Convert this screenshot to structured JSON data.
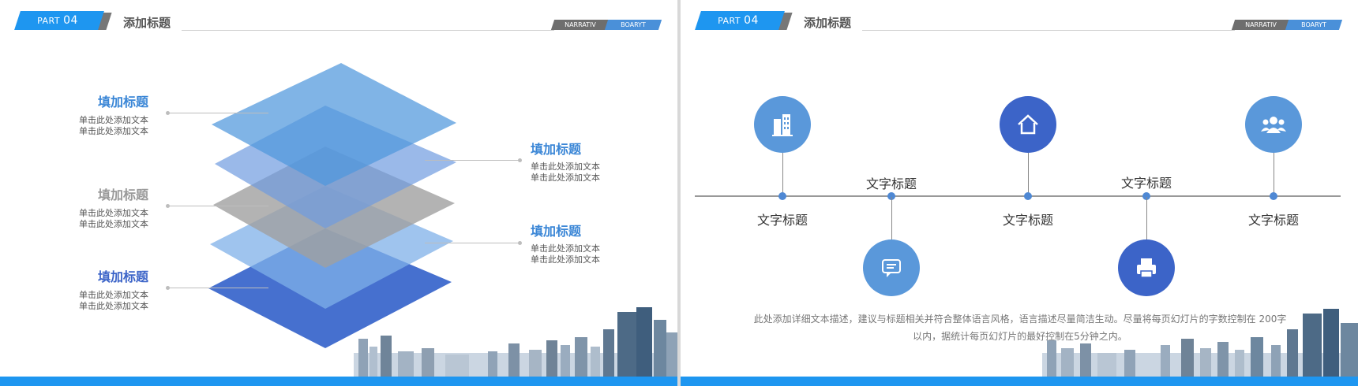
{
  "left": {
    "badge": {
      "part": "PART",
      "num": "04"
    },
    "title": "添加标题",
    "tags": {
      "gray": "NARRATIV",
      "blue": "BOARYT"
    },
    "layers": [
      {
        "title": "填加标题",
        "line1": "单击此处添加文本",
        "line2": "单击此处添加文本",
        "color": "#3a86d6"
      },
      {
        "title": "填加标题",
        "line1": "单击此处添加文本",
        "line2": "单击此处添加文本",
        "color": "#3a86d6"
      },
      {
        "title": "填加标题",
        "line1": "单击此处添加文本",
        "line2": "单击此处添加文本",
        "color": "#999999"
      },
      {
        "title": "填加标题",
        "line1": "单击此处添加文本",
        "line2": "单击此处添加文本",
        "color": "#3a86d6"
      },
      {
        "title": "填加标题",
        "line1": "单击此处添加文本",
        "line2": "单击此处添加文本",
        "color": "#3c64c8"
      }
    ]
  },
  "right": {
    "badge": {
      "part": "PART",
      "num": "04"
    },
    "title": "添加标题",
    "tags": {
      "gray": "NARRATIV",
      "blue": "BOARYT"
    },
    "timeline": [
      {
        "label": "文字标题",
        "icon": "building-icon"
      },
      {
        "label": "文字标题",
        "icon": "chat-icon"
      },
      {
        "label": "文字标题",
        "icon": "home-icon"
      },
      {
        "label": "文字标题",
        "icon": "printer-icon"
      },
      {
        "label": "文字标题",
        "icon": "users-icon"
      }
    ],
    "description": "此处添加详细文本描述，建议与标题相关并符合整体语言风格，语言描述尽量简洁生动。尽量将每页幻灯片的字数控制在 200字以内，据统计每页幻灯片的最好控制在5分钟之内。"
  },
  "colors": {
    "accent": "#1e96f0",
    "dark_blue": "#3c64c8",
    "mid_blue": "#4e88d4",
    "gray": "#999999"
  }
}
